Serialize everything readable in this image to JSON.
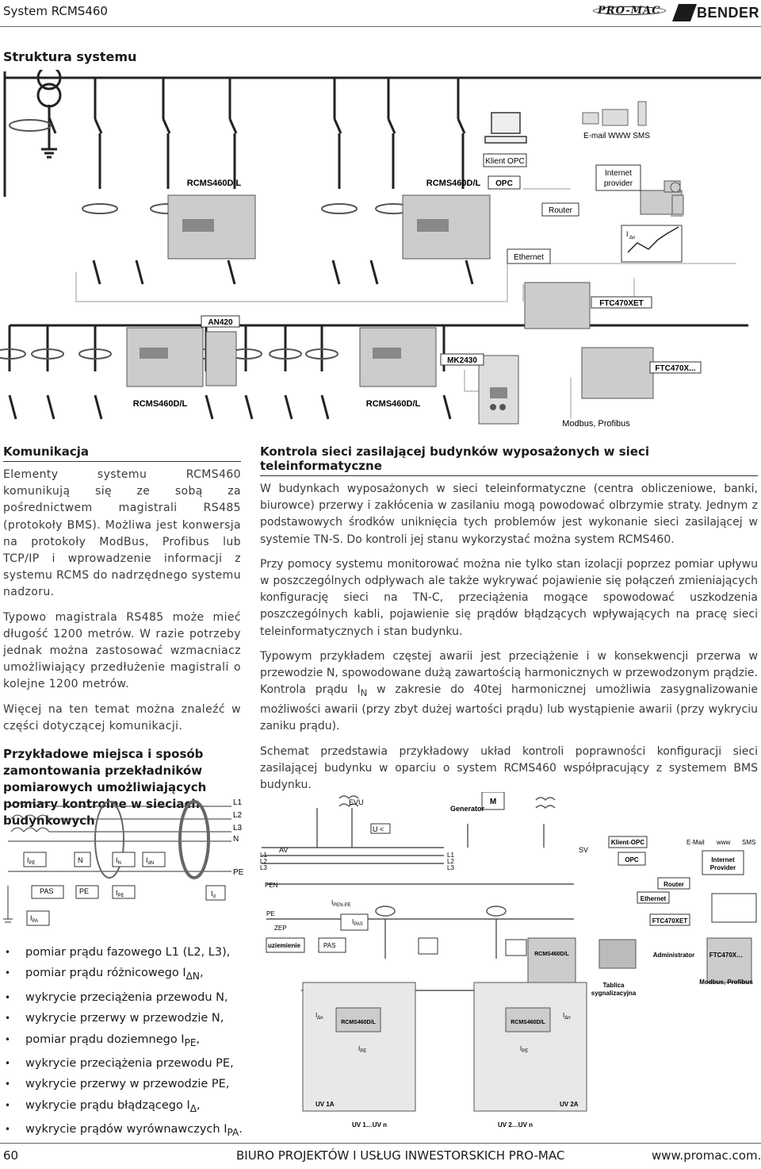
{
  "header": {
    "title": "System RCMS460",
    "logo_promac": "PRO-MAC",
    "logo_bender": "BENDER"
  },
  "section_title": "Struktura systemu",
  "diagram1": {
    "labels": {
      "rcms_left_top": "RCMS460D/L",
      "rcms_right_top": "RCMS460D/L",
      "klient_opc": "Klient OPC",
      "opc": "OPC",
      "email": "E-mail WWW SMS",
      "internet_provider": [
        "Internet",
        "provider"
      ],
      "router": "Router",
      "ethernet": "Ethernet",
      "idn": "I",
      "idn_sub": "Δn",
      "ftc470xet": "FTC470XET",
      "an420": "AN420",
      "mk2430": "MK2430",
      "ftc470x": "FTC470X...",
      "rcms_left_bottom": "RCMS460D/L",
      "rcms_mid_bottom": "RCMS460D/L",
      "modbus": "Modbus, Profibus"
    }
  },
  "left_column": {
    "heading": "Komunikacja",
    "paragraphs": [
      "Elementy systemu RCMS460 komunikują się ze sobą za pośrednictwem magistrali RS485 (protokoły BMS). Możliwa jest konwersja na protokoły ModBus, Profibus lub TCP/IP i wprowadzenie informacji z systemu RCMS do nadrzędnego systemu nadzoru.",
      "Typowo magistrala RS485 może mieć długość 1200 metrów. W razie potrzeby jednak można zastosować wzmacniacz umożliwiający przedłużenie magistrali o kolejne 1200 metrów.",
      "Więcej na ten temat można znaleźć w części dotyczącej komunikacji."
    ],
    "heading2": "Przykładowe miejsca i sposób zamontowania przekładników pomiarowych umożliwiających pomiary kontrolne w sieciach budynkowych"
  },
  "right_column": {
    "heading": "Kontrola sieci zasilającej budynków wyposażonych w sieci teleinformatyczne",
    "paragraphs": [
      "W budynkach wyposażonych w sieci teleinformatyczne (centra obliczeniowe, banki, biurowce) przerwy i zakłócenia w zasilaniu mogą powodować olbrzymie straty. Jednym z podstawowych środków uniknięcia tych problemów jest wykonanie sieci zasilającej w systemie TN-S. Do kontroli jej stanu wykorzystać można system RCMS460.",
      "Przy pomocy systemu monitorować można nie tylko stan izolacji poprzez pomiar upływu w poszczególnych odpływach ale także wykrywać pojawienie się połączeń zmieniających konfigurację sieci na TN-C, przeciążenia mogące spowodować uszkodzenia poszczególnych kabli, pojawienie się prądów błądzących wpływających na pracę sieci teleinformatycznych i stan budynku.",
      "Typowym przykładem częstej awarii jest przeciążenie i w konsekwencji przerwa w przewodzie N, spowodowane dużą zawartością harmonicznych w przewodzonym prądzie. Kontrola prądu I_N w zakresie do 40tej harmonicznej umożliwia zasygnalizowanie możliwości awarii (przy zbyt dużej wartości prądu) lub wystąpienie awarii (przy wykryciu zaniku prądu).",
      "Schemat przedstawia przykładowy układ kontroli poprawności konfiguracji sieci zasilającej budynku w oparciu o system RCMS460 współpracujący z systemem BMS budynku."
    ],
    "p3_a": "Typowym przykładem częstej awarii jest przeciążenie i w konsekwencji przerwa w przewodzie N, spowodowane dużą zawartością harmonicznych w przewodzonym prądzie. Kontrola prądu I",
    "p3_sub": "N",
    "p3_b": " w zakresie do 40tej harmonicznej umożliwia zasygnalizowanie możliwości awarii (przy zbyt dużej wartości prądu) lub wystąpienie awarii (przy wykryciu zaniku prądu)."
  },
  "diagram2": {
    "labels": {
      "l1": "L1",
      "l2": "L2",
      "l3": "L3",
      "n": "N",
      "pe": "PE",
      "ipe": "I",
      "ipe_sub": "PE",
      "in_n": "N",
      "iin": "I",
      "iin_sub": "N",
      "idn": "I",
      "idn_sub": "dN",
      "pas": "PAS",
      "pe_box": "PE",
      "ipe2": "I",
      "ipe2_sub": "PE",
      "id": "I",
      "id_sub": "d",
      "ipa": "I",
      "ipa_sub": "PA",
      "evu": "EVU",
      "generator": "Generator",
      "m": "M",
      "u_lt": "U <",
      "av": "AV",
      "sv": "SV",
      "klient_opc": "Klient-OPC",
      "opc": "OPC",
      "email": "E-Mail",
      "www": "www",
      "sms": "SMS",
      "internet_provider": [
        "Internet",
        "Provider"
      ],
      "router": "Router",
      "ethernet": "Ethernet",
      "ftc470xet": "FTC470XET",
      "pen": "PEN",
      "ipen": "I",
      "ipen_sub": "PEN-PE",
      "zep": "ZEP",
      "uziemienie": "uziemienie",
      "pas2": "PAS",
      "ipas": "I",
      "ipas_sub": "PAS",
      "rcms": "RCMS460D/L",
      "administrator": "Administrator",
      "ftc470x": "FTC470X…",
      "modbus": "Modbus, Profibus",
      "tablica": [
        "Tablica",
        "sygnalizacyjna"
      ],
      "uv1a": "UV 1A",
      "uv2a": "UV 2A",
      "uv1n": "UV 1…UV n",
      "uv2n": "UV 2…UV n",
      "i_delta": "I",
      "i_delta_sub": "Δn",
      "i_pe": "I",
      "i_pe_sub": "PE"
    }
  },
  "bullets_html": [
    [
      "pomiar prądu fazowego L1 (L2, L3),",
      "",
      ""
    ],
    [
      "pomiar prądu różnicowego I",
      "ΔN",
      ","
    ],
    [
      "wykrycie przeciążenia przewodu N,",
      "",
      ""
    ],
    [
      "wykrycie przerwy w przewodzie N,",
      "",
      ""
    ],
    [
      "pomiar prądu doziemnego I",
      "PE",
      ","
    ],
    [
      "wykrycie przeciążenia przewodu PE,",
      "",
      ""
    ],
    [
      "wykrycie przerwy w przewodzie PE,",
      "",
      ""
    ],
    [
      "wykrycie prądu błądzącego I",
      "Δ",
      ","
    ],
    [
      "wykrycie prądów wyrównawczych I",
      "PA",
      "."
    ]
  ],
  "footer": {
    "page_number": "60",
    "center": "BIURO PROJEKTÓW I USŁUG INWESTORSKICH PRO-MAC",
    "url": "www.promac.com.pl"
  }
}
